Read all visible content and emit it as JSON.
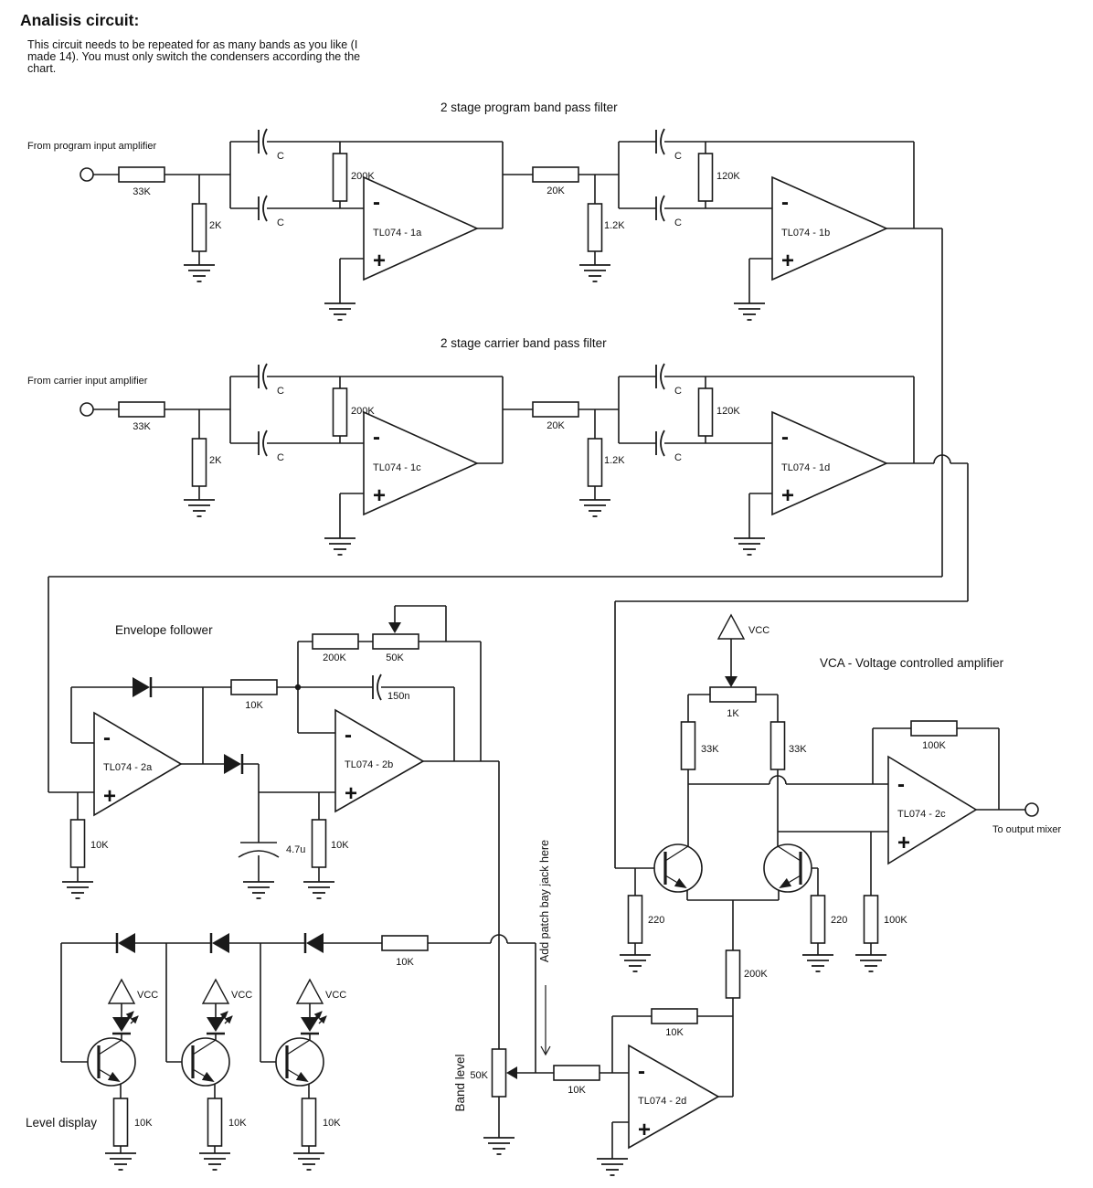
{
  "title": "Analisis circuit:",
  "description": {
    "line1": "This circuit needs to be repeated for as many bands as you like (I",
    "line2": "made 14).  You must only switch the condensers according the the",
    "line3": "chart."
  },
  "sections": {
    "program_filter": "2 stage program band pass filter",
    "carrier_filter": "2 stage carrier band pass filter",
    "envelope_follower": "Envelope follower",
    "vca": "VCA - Voltage controlled amplifier",
    "level_display": "Level display",
    "band_level": "Band level",
    "patch_note": "Add patch bay jack here"
  },
  "io": {
    "program_input": "From program input amplifier",
    "carrier_input": "From carrier input amplifier",
    "output_mixer": "To output mixer"
  },
  "power": {
    "vcc": "VCC"
  },
  "opamps": {
    "minus": "-",
    "plus": "+",
    "a1a": "TL074 - 1a",
    "a1b": "TL074 - 1b",
    "a1c": "TL074 - 1c",
    "a1d": "TL074 - 1d",
    "a2a": "TL074 - 2a",
    "a2b": "TL074 - 2b",
    "a2c": "TL074 - 2c",
    "a2d": "TL074 - 2d"
  },
  "values": {
    "pf1": {
      "rin": "33K",
      "rgnd": "2K",
      "c1": "C",
      "c2": "C",
      "rfb": "200K"
    },
    "pf2": {
      "rin": "20K",
      "rgnd": "1.2K",
      "c1": "C",
      "c2": "C",
      "rfb": "120K"
    },
    "cf1": {
      "rin": "33K",
      "rgnd": "2K",
      "c1": "C",
      "c2": "C",
      "rfb": "200K"
    },
    "cf2": {
      "rin": "20K",
      "rgnd": "1.2K",
      "c1": "C",
      "c2": "C",
      "rfb": "120K"
    },
    "env": {
      "rgnd": "10K",
      "rmid": "10K",
      "rfb": "200K",
      "pot": "50K",
      "cfb": "150n",
      "crect": "4.7u",
      "rrect": "10K"
    },
    "vca": {
      "pot": "1K",
      "rleft": "33K",
      "rright": "33K",
      "re_left": "220",
      "re_right": "220",
      "rgnd": "100K",
      "rfb": "100K",
      "rtail": "200K"
    },
    "amp2d": {
      "rfb": "10K",
      "rin": "10K"
    },
    "band_level": {
      "pot": "50K"
    },
    "level_display": {
      "r1": "10K",
      "r2": "10K",
      "r3": "10K",
      "rchain": "10K"
    }
  }
}
